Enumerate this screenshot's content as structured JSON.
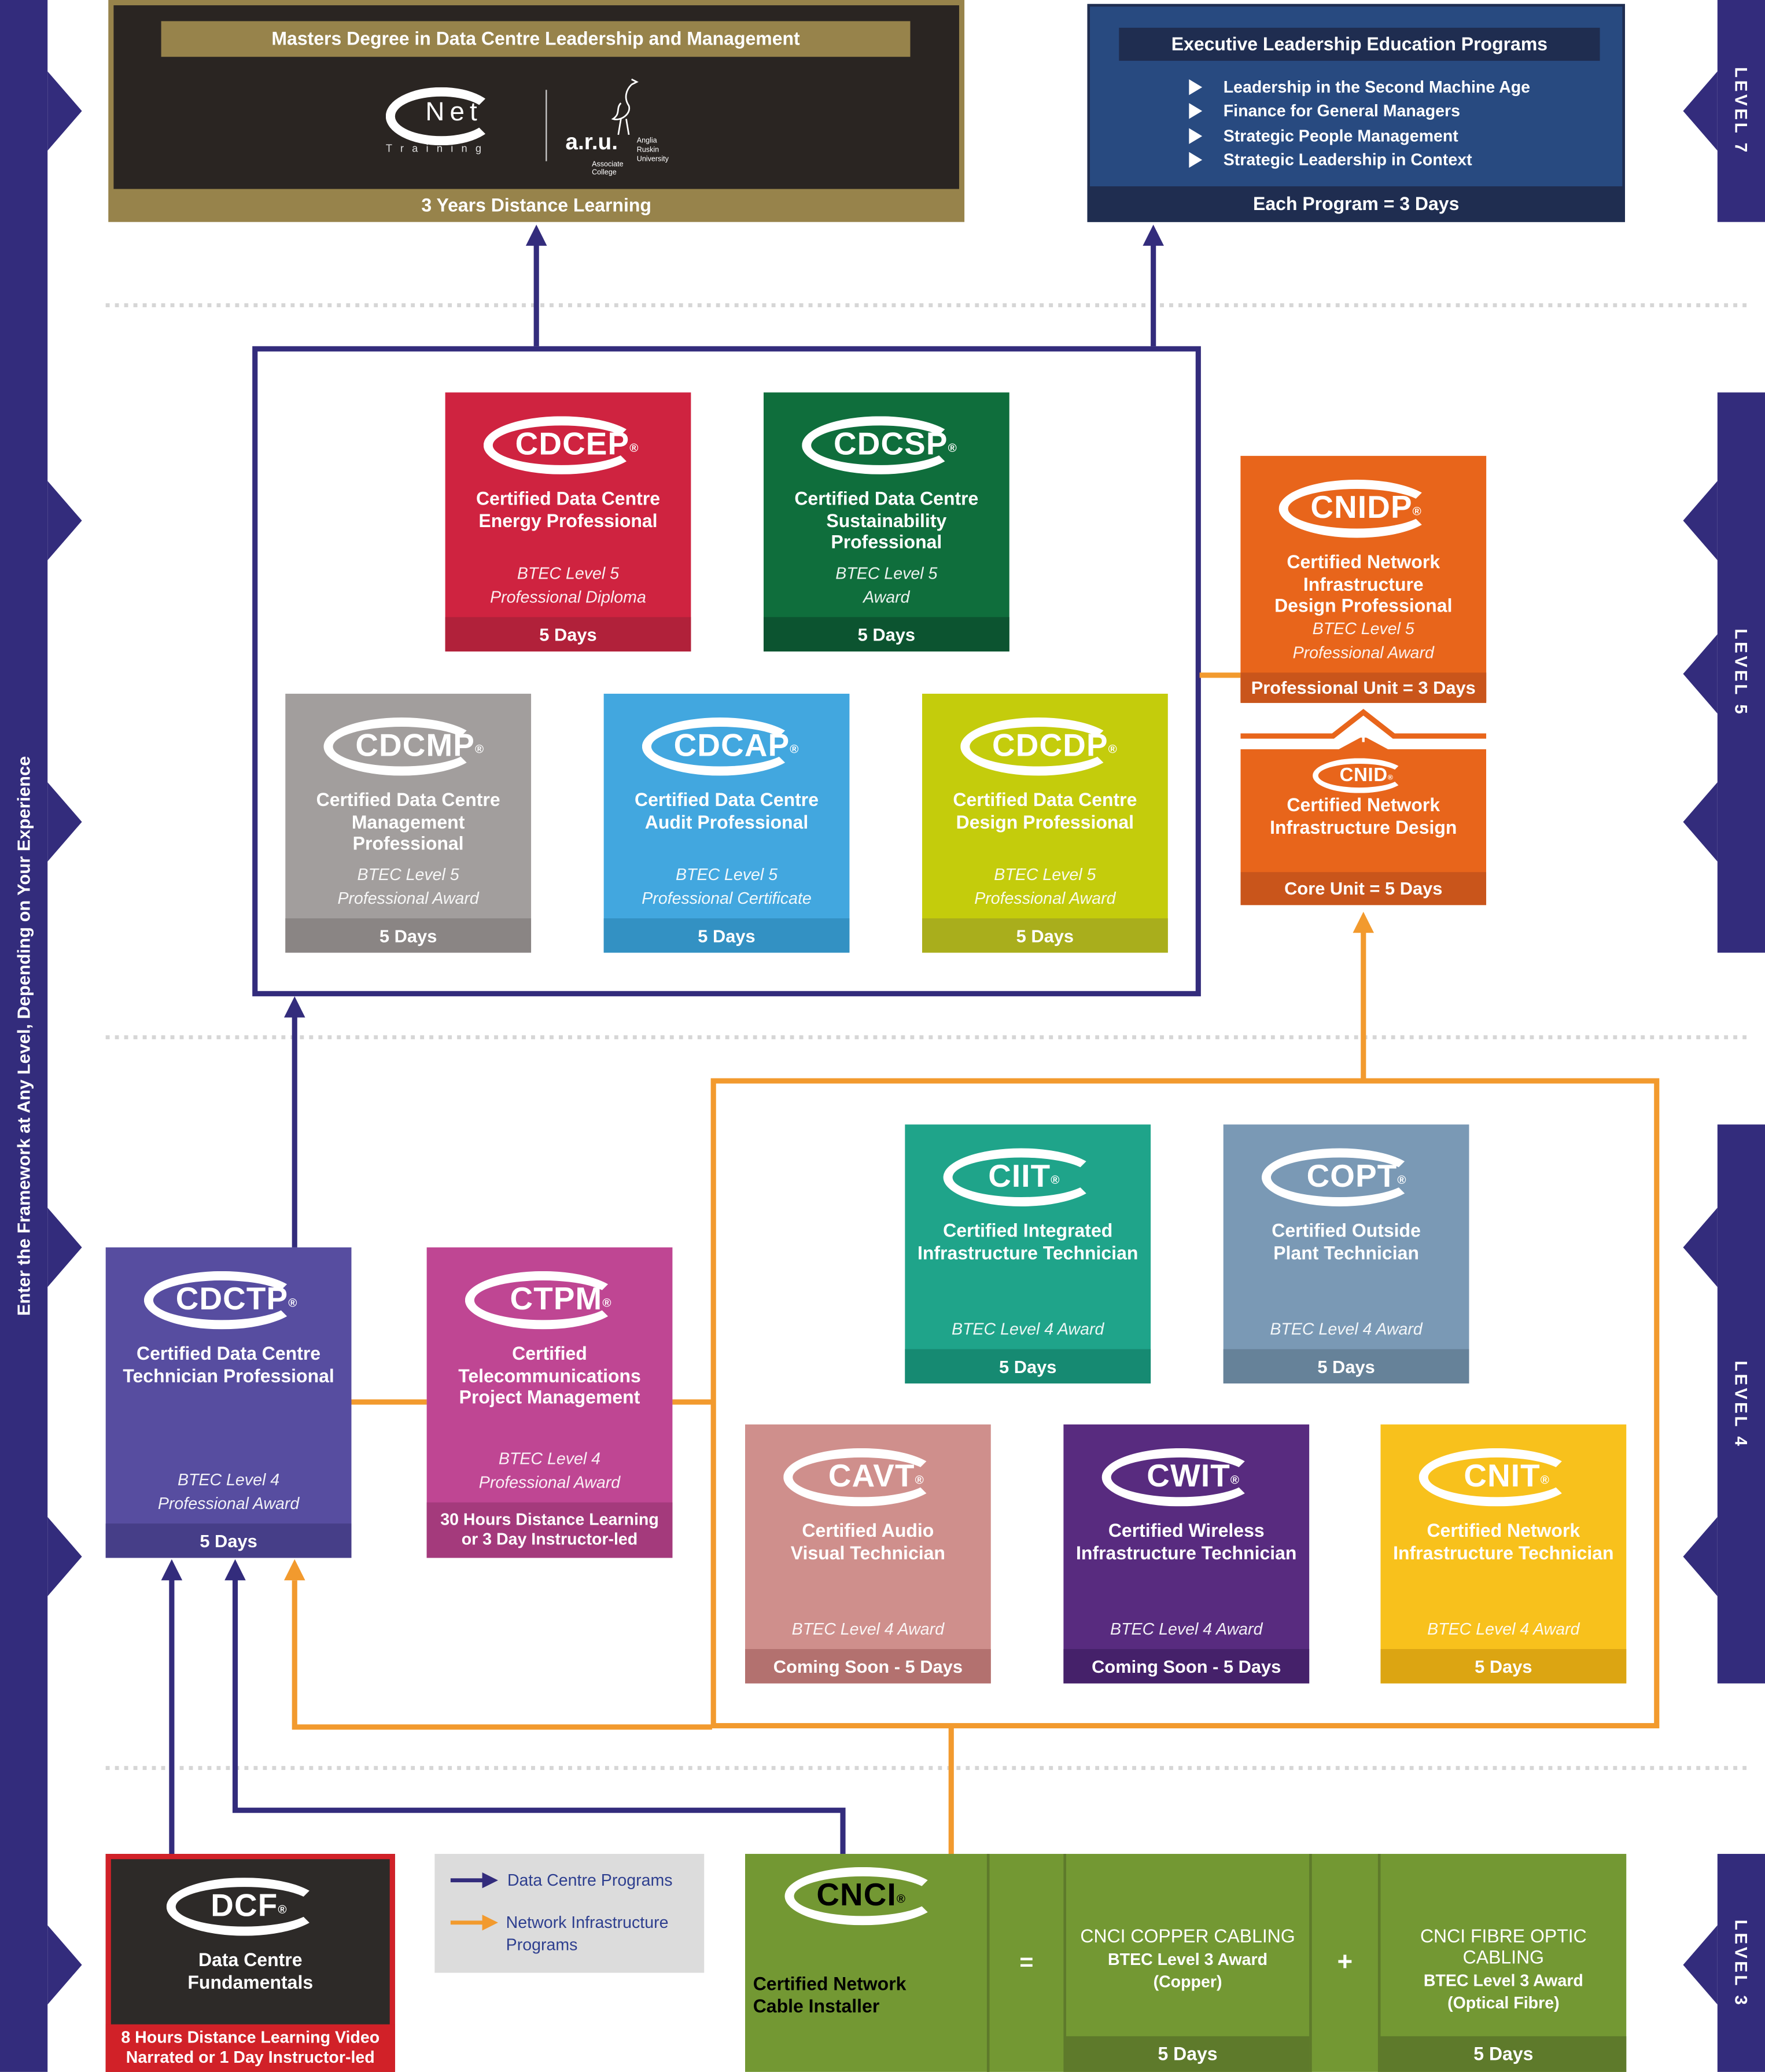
{
  "colors": {
    "navy": "#332c7c",
    "orange": "#f29a2e",
    "dotted": "#d6d6d6"
  },
  "side_banner": {
    "text": "Enter the Framework at Any Level, Depending on Your Experience"
  },
  "levels": [
    {
      "label": "LEVEL 7"
    },
    {
      "label": "LEVEL 5"
    },
    {
      "label": "LEVEL 4"
    },
    {
      "label": "LEVEL 3"
    }
  ],
  "masters": {
    "title": "Masters Degree in Data Centre Leadership and Management",
    "logo": {
      "cnet": "Net",
      "training": "T r a i n i n g",
      "aru": "a.r.u.",
      "aru_name": "Anglia Ruskin\nUniversity",
      "associate": "Associate College"
    },
    "footer": "3 Years Distance Learning"
  },
  "executive": {
    "title": "Executive Leadership Education Programs",
    "items": [
      "Leadership in the Second Machine Age",
      "Finance for General Managers",
      "Strategic People Management",
      "Strategic Leadership in Context"
    ],
    "footer": "Each Program = 3 Days"
  },
  "cards": [
    {
      "id": "cdcep",
      "abbr": "CDCEP",
      "title": "Certified Data Centre\nEnergy Professional",
      "btec": "BTEC Level 5\nProfessional Diploma",
      "footer": "5 Days",
      "bg": "#cf2340",
      "footer_bg": "#b1213a"
    },
    {
      "id": "cdcsp",
      "abbr": "CDCSP",
      "title": "Certified Data Centre\nSustainability\nProfessional",
      "btec": "BTEC Level 5\nAward",
      "footer": "5 Days",
      "bg": "#0f6e3c",
      "footer_bg": "#0c5430"
    },
    {
      "id": "cdcmp",
      "abbr": "CDCMP",
      "title": "Certified Data Centre\nManagement\nProfessional",
      "btec": "BTEC Level 5\nProfessional Award",
      "footer": "5 Days",
      "bg": "#a29e9d",
      "footer_bg": "#8a8584"
    },
    {
      "id": "cdcap",
      "abbr": "CDCAP",
      "title": "Certified Data Centre\nAudit Professional",
      "btec": "BTEC Level 5\nProfessional Certificate",
      "footer": "5 Days",
      "bg": "#42a7df",
      "footer_bg": "#3391c3"
    },
    {
      "id": "cdcdp",
      "abbr": "CDCDP",
      "title": "Certified Data Centre\nDesign Professional",
      "btec": "BTEC Level 5\nProfessional Award",
      "footer": "5 Days",
      "bg": "#c4cc0c",
      "footer_bg": "#a9ae1c"
    },
    {
      "id": "cnidp",
      "abbr": "CNIDP",
      "title": "Certified Network\nInfrastructure\nDesign Professional",
      "btec": "BTEC Level 5\nProfessional Award",
      "footer": "Professional Unit = 3 Days",
      "bg": "#e8651b",
      "footer_bg": "#c9551b"
    },
    {
      "id": "cnid",
      "abbr": "CNID",
      "title": "Certified Network\nInfrastructure Design",
      "btec": "",
      "footer": "Core Unit = 5 Days",
      "bg": "#e8651b",
      "footer_bg": "#c9551b"
    },
    {
      "id": "ciit",
      "abbr": "CIIT",
      "title": "Certified Integrated\nInfrastructure Technician",
      "btec": "BTEC Level 4 Award",
      "footer": "5 Days",
      "bg": "#1fa48a",
      "footer_bg": "#168a72"
    },
    {
      "id": "copt",
      "abbr": "COPT",
      "title": "Certified Outside\nPlant Technician",
      "btec": "BTEC Level 4 Award",
      "footer": "5 Days",
      "bg": "#7a99b5",
      "footer_bg": "#668299"
    },
    {
      "id": "cavt",
      "abbr": "CAVT",
      "title": "Certified Audio\nVisual Technician",
      "btec": "BTEC Level 4 Award",
      "footer": "Coming Soon - 5 Days",
      "bg": "#cf8f8c",
      "footer_bg": "#b3716f"
    },
    {
      "id": "cwit",
      "abbr": "CWIT",
      "title": "Certified Wireless\nInfrastructure Technician",
      "btec": "BTEC Level 4 Award",
      "footer": "Coming Soon - 5 Days",
      "bg": "#582b7f",
      "footer_bg": "#45216a"
    },
    {
      "id": "cnit",
      "abbr": "CNIT",
      "title": "Certified Network\nInfrastructure Technician",
      "btec": "BTEC Level 4 Award",
      "footer": "5 Days",
      "bg": "#f8c11c",
      "footer_bg": "#dca512"
    },
    {
      "id": "cdctp",
      "abbr": "CDCTP",
      "title": "Certified Data Centre\nTechnician Professional",
      "btec": "BTEC Level 4\nProfessional Award",
      "footer": "5 Days",
      "bg": "#574da0",
      "footer_bg": "#463e88"
    },
    {
      "id": "ctpm",
      "abbr": "CTPM",
      "title": "Certified\nTelecommunications\nProject Management",
      "btec": "BTEC Level 4\nProfessional Award",
      "footer": "30 Hours Distance Learning\nor 3 Day Instructor-led",
      "bg": "#bf4693",
      "footer_bg": "#a43a7c"
    },
    {
      "id": "dcf",
      "abbr": "DCF",
      "title": "Data Centre\nFundamentals",
      "btec": "",
      "footer": "8 Hours Distance Learning Video\nNarrated or 1 Day Instructor-led",
      "bg": "#2d2a28",
      "footer_bg": "#d12128"
    }
  ],
  "cnid_plus": "+",
  "cnci": {
    "abbr": "CNCI",
    "title": "Certified Network\nCable Installer",
    "equals": "=",
    "plus": "+",
    "copper": {
      "title": "CNCI COPPER CABLING",
      "btec": "BTEC Level 3 Award",
      "sub": "(Copper)",
      "footer": "5 Days"
    },
    "fibre": {
      "title": "CNCI FIBRE OPTIC CABLING",
      "btec": "BTEC Level 3 Award",
      "sub": "(Optical Fibre)",
      "footer": "5 Days"
    },
    "bg": "#739833",
    "footer_bg": "#5e7a2b"
  },
  "legend": {
    "items": [
      {
        "label": "Data Centre Programs",
        "color": "#332c7c"
      },
      {
        "label": "Network Infrastructure\nPrograms",
        "color": "#f29a2e"
      }
    ]
  }
}
